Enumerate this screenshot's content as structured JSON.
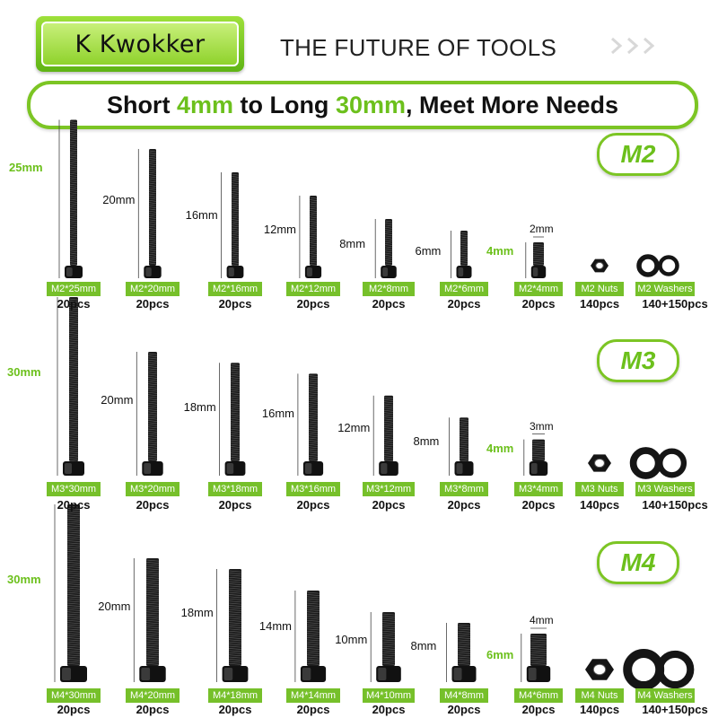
{
  "brand": "K Kwokker",
  "tagline": "THE FUTURE OF TOOLS",
  "headline": {
    "pre": "Short ",
    "a": "4mm",
    "mid": " to Long ",
    "b": "30mm",
    "post": ", Meet More Needs"
  },
  "accent": "#6cc01c",
  "rows": [
    {
      "badge": "M2",
      "top_len": "25mm",
      "screws": [
        {
          "label": "M2*25mm",
          "count": "20pcs",
          "len": "",
          "len_mm": 25
        },
        {
          "label": "M2*20mm",
          "count": "20pcs",
          "len": "20mm",
          "len_mm": 20
        },
        {
          "label": "M2*16mm",
          "count": "20pcs",
          "len": "16mm",
          "len_mm": 16
        },
        {
          "label": "M2*12mm",
          "count": "20pcs",
          "len": "12mm",
          "len_mm": 12
        },
        {
          "label": "M2*8mm",
          "count": "20pcs",
          "len": "8mm",
          "len_mm": 8
        },
        {
          "label": "M2*6mm",
          "count": "20pcs",
          "len": "6mm",
          "len_mm": 6
        },
        {
          "label": "M2*4mm",
          "count": "20pcs",
          "len": "4mm",
          "len_mm": 4,
          "dia": "2mm"
        }
      ],
      "nuts": {
        "label": "M2 Nuts",
        "count": "140pcs"
      },
      "washers": {
        "label": "M2 Washers",
        "count": "140+150pcs"
      }
    },
    {
      "badge": "M3",
      "top_len": "30mm",
      "screws": [
        {
          "label": "M3*30mm",
          "count": "20pcs",
          "len": "",
          "len_mm": 30
        },
        {
          "label": "M3*20mm",
          "count": "20pcs",
          "len": "20mm",
          "len_mm": 20
        },
        {
          "label": "M3*18mm",
          "count": "20pcs",
          "len": "18mm",
          "len_mm": 18
        },
        {
          "label": "M3*16mm",
          "count": "20pcs",
          "len": "16mm",
          "len_mm": 16
        },
        {
          "label": "M3*12mm",
          "count": "20pcs",
          "len": "12mm",
          "len_mm": 12
        },
        {
          "label": "M3*8mm",
          "count": "20pcs",
          "len": "8mm",
          "len_mm": 8
        },
        {
          "label": "M3*4mm",
          "count": "20pcs",
          "len": "4mm",
          "len_mm": 4,
          "dia": "3mm"
        }
      ],
      "nuts": {
        "label": "M3 Nuts",
        "count": "140pcs"
      },
      "washers": {
        "label": "M3 Washers",
        "count": "140+150pcs"
      }
    },
    {
      "badge": "M4",
      "top_len": "30mm",
      "screws": [
        {
          "label": "M4*30mm",
          "count": "20pcs",
          "len": "",
          "len_mm": 30
        },
        {
          "label": "M4*20mm",
          "count": "20pcs",
          "len": "20mm",
          "len_mm": 20
        },
        {
          "label": "M4*18mm",
          "count": "20pcs",
          "len": "18mm",
          "len_mm": 18
        },
        {
          "label": "M4*14mm",
          "count": "20pcs",
          "len": "14mm",
          "len_mm": 14
        },
        {
          "label": "M4*10mm",
          "count": "20pcs",
          "len": "10mm",
          "len_mm": 10
        },
        {
          "label": "M4*8mm",
          "count": "20pcs",
          "len": "8mm",
          "len_mm": 8
        },
        {
          "label": "M4*6mm",
          "count": "20pcs",
          "len": "6mm",
          "len_mm": 6,
          "dia": "4mm"
        }
      ],
      "nuts": {
        "label": "M4 Nuts",
        "count": "140pcs"
      },
      "washers": {
        "label": "M4 Washers",
        "count": "140+150pcs"
      }
    }
  ]
}
